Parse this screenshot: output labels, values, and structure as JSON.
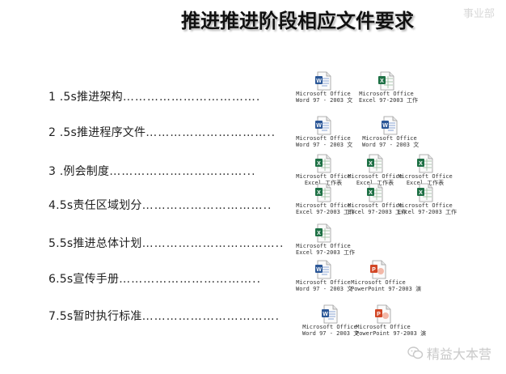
{
  "header": {
    "title": "推进推进阶段相应文件要求",
    "watermark": "事业部"
  },
  "items": [
    {
      "label": "1 .5s推进架构",
      "dots": "……………………………."
    },
    {
      "label": "2 .5s推进程序文件",
      "dots": "………………………….."
    },
    {
      "label": "3 .例会制度",
      "dots": "……………………………..."
    },
    {
      "label": "4.5s责任区域划分",
      "dots": "………………………….."
    },
    {
      "label": "5.5s推进总体计划",
      "dots": "…………………………….."
    },
    {
      "label": "6.5s宣传手册",
      "dots": "…………………………….."
    },
    {
      "label": "7.5s暂时执行标准",
      "dots": "……………………………."
    }
  ],
  "attachments": [
    {
      "type": "word",
      "caption1": "Microsoft Office",
      "caption2": "Word 97 - 2003 文"
    },
    {
      "type": "excel",
      "caption1": "Microsoft Office",
      "caption2": "Excel 97-2003 工作"
    },
    {
      "type": "word",
      "caption1": "Microsoft Office",
      "caption2": "Word 97 - 2003 文"
    },
    {
      "type": "word",
      "caption1": "Microsoft Office",
      "caption2": "Word 97 - 2003 文"
    },
    {
      "type": "excel",
      "caption1": "Microsoft Office",
      "caption2": "Excel 工作表"
    },
    {
      "type": "excel",
      "caption1": "Microsoft Office",
      "caption2": "Excel 工作表"
    },
    {
      "type": "excel",
      "caption1": "Microsoft Office",
      "caption2": "Excel 工作表"
    },
    {
      "type": "excel",
      "caption1": "Microsoft Office",
      "caption2": "Excel 97-2003 工作"
    },
    {
      "type": "excel",
      "caption1": "Microsoft Office",
      "caption2": "Excel 97-2003 工作"
    },
    {
      "type": "excel",
      "caption1": "Microsoft Office",
      "caption2": "Excel 97-2003 工作"
    },
    {
      "type": "excel",
      "caption1": "Microsoft Office",
      "caption2": "Excel 97-2003 工作"
    },
    {
      "type": "word",
      "caption1": "Microsoft Office",
      "caption2": "Word 97 - 2003 文"
    },
    {
      "type": "ppt",
      "caption1": "Microsoft Office",
      "caption2": "PowerPoint 97-2003 演"
    },
    {
      "type": "word",
      "caption1": "Microsoft Office",
      "caption2": "Word 97 - 2003 文"
    },
    {
      "type": "ppt",
      "caption1": "Microsoft Office",
      "caption2": "PowerPoint 97-2003 演"
    }
  ],
  "footer": {
    "watermark": "精益大本营"
  },
  "colors": {
    "word": "#2b5797",
    "excel": "#1e7145",
    "ppt": "#d24726"
  }
}
